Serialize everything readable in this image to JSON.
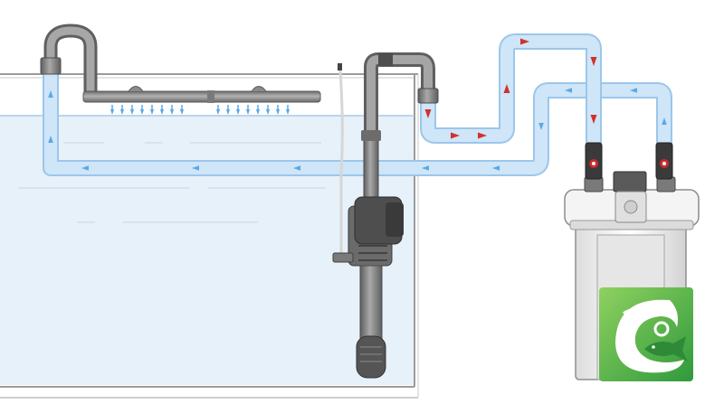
{
  "diagram": {
    "components": [
      {
        "id": "aquarium-tank",
        "kind": "tank"
      },
      {
        "id": "spray-bar",
        "kind": "outlet",
        "holes": 16
      },
      {
        "id": "return-u-pipe",
        "kind": "pipe"
      },
      {
        "id": "intake-pipe",
        "kind": "pipe"
      },
      {
        "id": "inline-pump",
        "kind": "pump"
      },
      {
        "id": "intake-strainer",
        "kind": "strainer"
      },
      {
        "id": "canister-filter",
        "kind": "filter"
      },
      {
        "id": "inlet-valve",
        "kind": "valve"
      },
      {
        "id": "outlet-valve",
        "kind": "valve"
      }
    ],
    "flows": [
      {
        "from": "intake-strainer",
        "to": "canister-filter",
        "via": "intake-pipe",
        "color": "#d0312d"
      },
      {
        "from": "canister-filter",
        "to": "spray-bar",
        "via": "return-u-pipe",
        "color": "#5aa9e6"
      }
    ],
    "colors": {
      "water": "#e6f1fb",
      "tube": "#c6e0f6",
      "tube_edge": "#9cc6ea",
      "pipe_gray": "#8c8c8c",
      "pipe_dark": "#555555",
      "arrow_red": "#d0312d",
      "arrow_blue": "#5aa9e6",
      "logo_green": "#5cb846"
    },
    "logo": {
      "icon": "fish-swirl-logo-icon"
    }
  }
}
